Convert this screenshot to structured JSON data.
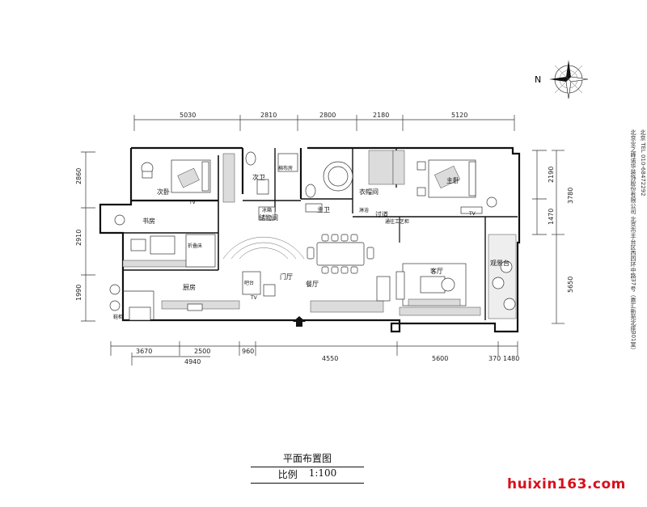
{
  "compass": {
    "label": "N"
  },
  "dimensions": {
    "top": [
      "5030",
      "2810",
      "2800",
      "2180",
      "5120"
    ],
    "bottom_row1": [
      "3670",
      "2500",
      "960",
      "4550",
      "5600",
      "370",
      "1480"
    ],
    "bottom_row2": [
      "4940"
    ],
    "left": [
      "2860",
      "2910",
      "1990"
    ],
    "right_inner": [
      "2190",
      "1470"
    ],
    "right_outer": [
      "3780",
      "5650"
    ]
  },
  "rooms": {
    "secondary_bedroom": "次卧",
    "secondary_bath": "次卫",
    "laundry": "棉布房",
    "storage": "储物间",
    "study": "书房",
    "folding_bed": "折叠床",
    "kitchen": "厨房",
    "foyer": "门厅",
    "dining": "餐厅",
    "master_bath": "主卫",
    "closet": "衣帽间",
    "corridor": "过道",
    "master_bedroom": "主卧",
    "living_room": "客厅",
    "view_balcony": "观景台",
    "tv1": "TV",
    "tv2": "TV",
    "tv3": "TV",
    "fridge": "冰箱",
    "shoe": "鞋柜",
    "shower": "淋浴",
    "bar": "吧台",
    "fixtures_note": "通往工艺柜"
  },
  "title": {
    "main": "平面布置图",
    "scale_label": "比例",
    "scale_value": "1:100"
  },
  "side_text": {
    "company": "北京业之峰诺华装饰股份有限公司  北京市丰台区西四环中路37号（嘉汇新苑北座301室）",
    "tel": "北京  TEL 010-68472292"
  },
  "watermark": "huixin163.com"
}
